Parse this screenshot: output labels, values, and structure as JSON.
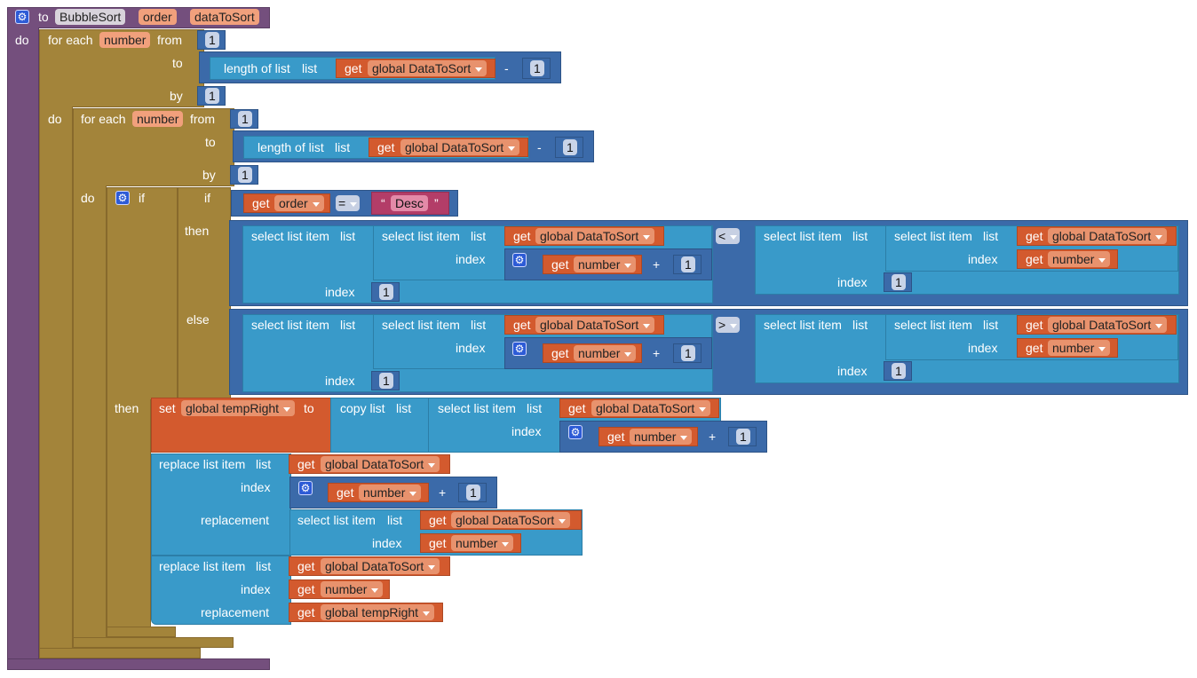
{
  "labels": {
    "to": "to",
    "do": "do",
    "for_each": "for each",
    "from": "from",
    "by": "by",
    "if": "if",
    "then": "then",
    "else": "else",
    "length_of_list": "length of list",
    "list": "list",
    "get": "get",
    "minus": "-",
    "plus": "+",
    "select_list_item": "select list item",
    "index": "index",
    "set": "set",
    "copy_list": "copy list",
    "replace_list_item": "replace list item",
    "replacement": "replacement",
    "quote_open": "“",
    "quote_close": "”"
  },
  "procedure": {
    "name": "BubbleSort",
    "params": [
      "order",
      "dataToSort"
    ]
  },
  "vars": {
    "loop_var": "number",
    "global_data": "global DataToSort",
    "global_temp": "global tempRight",
    "order": "order"
  },
  "values": {
    "one": "1",
    "desc": "Desc"
  },
  "operators": {
    "eq": "=",
    "lt": "<",
    "gt": ">"
  },
  "colors": {
    "procedure": "#744f7d",
    "control": "#a3843a",
    "math": "#3b6aa9",
    "list": "#399ac9",
    "variable": "#d35a2e",
    "text": "#b33d68"
  }
}
